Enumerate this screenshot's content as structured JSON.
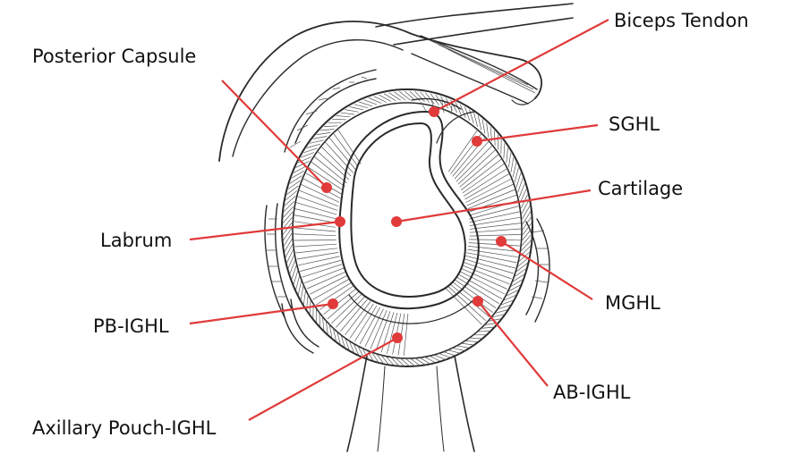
{
  "labels": {
    "biceps_tendon": "Biceps Tendon",
    "posterior_capsule": "Posterior Capsule",
    "sghl": "SGHL",
    "cartilage": "Cartilage",
    "labrum": "Labrum",
    "mghl": "MGHL",
    "pb_ighl": "PB-IGHL",
    "ab_ighl": "AB-IGHL",
    "axillary_pouch_ighl": "Axillary Pouch-IGHL"
  },
  "colors": {
    "leader": "#e03a3a",
    "ink": "#2a2a2a",
    "text": "#111111",
    "background": "#ffffff"
  }
}
